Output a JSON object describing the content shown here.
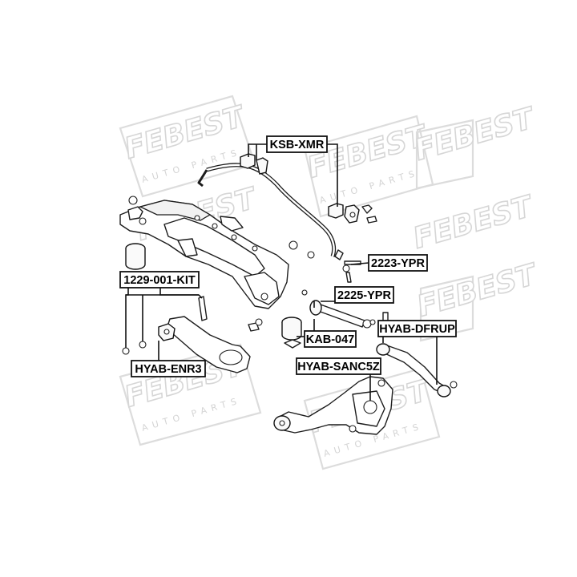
{
  "watermark": {
    "brand": "FEBEST",
    "tagline": "AUTO PARTS"
  },
  "callouts": [
    {
      "id": "ksb-xmr",
      "text": "KSB-XMR"
    },
    {
      "id": "2223-ypr",
      "text": "2223-YPR"
    },
    {
      "id": "1229-001-kit",
      "text": "1229-001-KIT"
    },
    {
      "id": "2225-ypr",
      "text": "2225-YPR"
    },
    {
      "id": "hyab-dfrup",
      "text": "HYAB-DFRUP"
    },
    {
      "id": "kab-047",
      "text": "KAB-047"
    },
    {
      "id": "hyab-enr3",
      "text": "HYAB-ENR3"
    },
    {
      "id": "hyab-sanc5z",
      "text": "HYAB-SANC5Z"
    }
  ],
  "colors": {
    "line": "#1c1c1c",
    "watermark": "#dcdcdc",
    "background": "#ffffff"
  }
}
